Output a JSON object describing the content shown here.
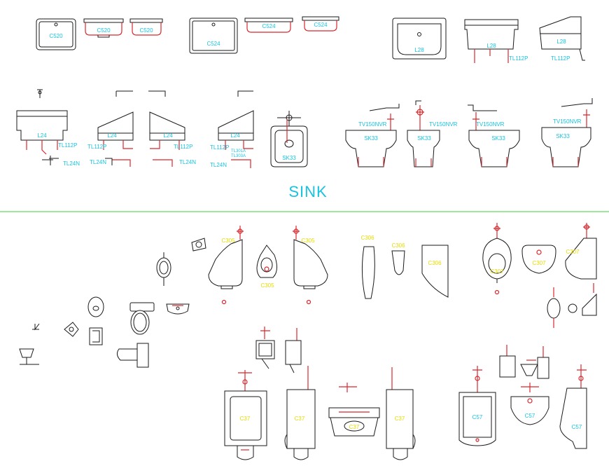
{
  "colors": {
    "line": "#1a1a1a",
    "cyan_label": "#19c3df",
    "yellow_label": "#e6dc00",
    "red_detail": "#d8282e",
    "divider": "#7fe07a"
  },
  "section_title": "SINK",
  "top_section": {
    "basins_row": [
      "C520",
      "C520",
      "C520",
      "C524",
      "C524",
      "C524",
      "L28",
      "L28",
      "L28"
    ],
    "tl112p": [
      "TL112P",
      "TL112P"
    ],
    "l24_group": {
      "model": "L24",
      "trap_labels": [
        "TL112P",
        "TL112P",
        "TL112P",
        "TL112P"
      ],
      "drain_labels": [
        "TL24N",
        "TL24N",
        "TL24N",
        "TL24N"
      ],
      "extra_a": "TL301A",
      "extra_b": "TL303A"
    },
    "sk33_group": {
      "model": "SK33",
      "valve_labels": [
        "TV150NVR",
        "TV150NVR",
        "TV150NVR",
        "TV150NVR"
      ]
    }
  },
  "urinal_section": {
    "c305": [
      "C305",
      "C305",
      "C305"
    ],
    "c306": [
      "C306",
      "C306",
      "C306"
    ],
    "c307": [
      "C307",
      "C307",
      "C307"
    ],
    "c37": [
      "C37",
      "C37",
      "C37",
      "C37"
    ],
    "c57": [
      "C57",
      "C57",
      "C57"
    ]
  }
}
